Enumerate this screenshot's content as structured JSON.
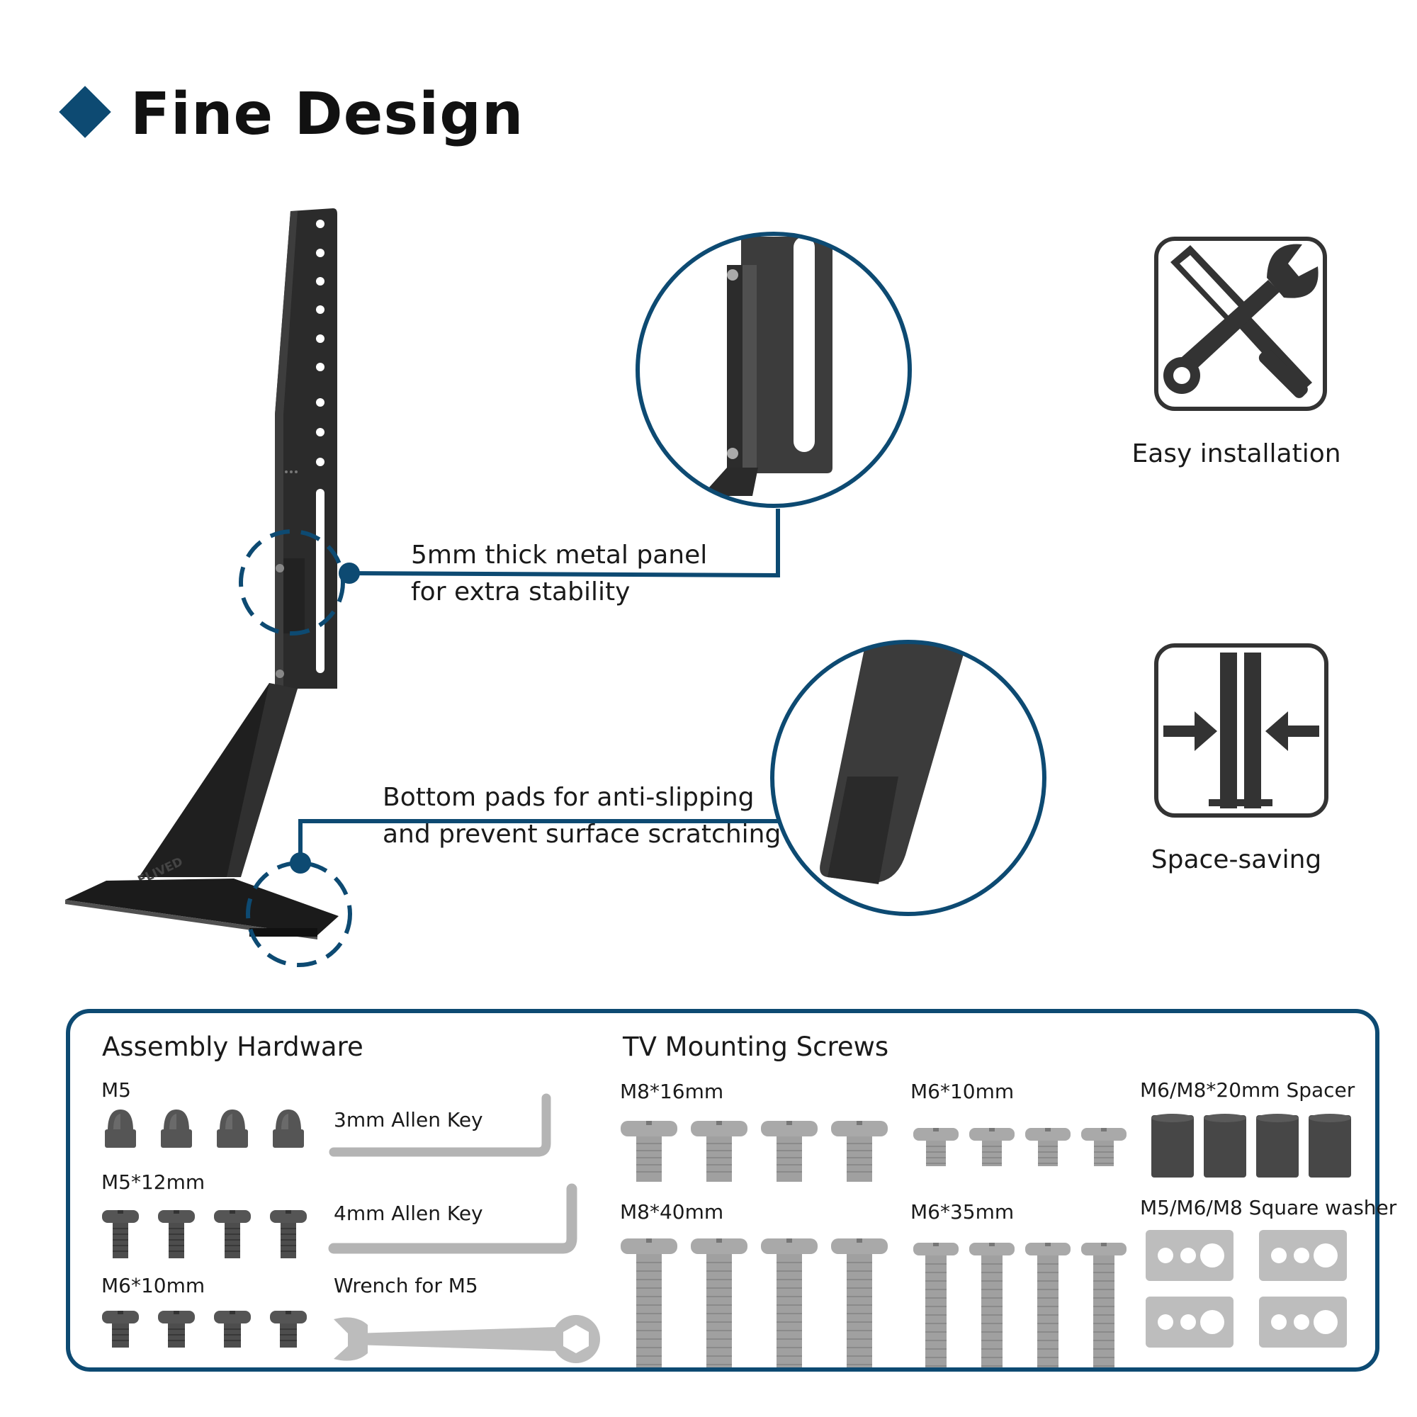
{
  "header": {
    "title": "Fine Design"
  },
  "callouts": {
    "panel": {
      "line1": "5mm thick metal panel",
      "line2": "for extra stability"
    },
    "pads": {
      "line1": "Bottom pads for anti-slipping",
      "line2": "and prevent surface scratching"
    }
  },
  "features": [
    {
      "label": "Easy installation",
      "icon": "tools-icon"
    },
    {
      "label": "Space-saving",
      "icon": "space-saving-icon"
    }
  ],
  "stand": {
    "brand": "ELIVED"
  },
  "hardware": {
    "assembly_title": "Assembly Hardware",
    "mounting_title": "TV Mounting Screws",
    "assembly": {
      "m5_label": "M5",
      "m5x12_label": "M5*12mm",
      "m6x10_label": "M6*10mm",
      "allen3_label": "3mm Allen Key",
      "allen4_label": "4mm Allen Key",
      "wrench_label": "Wrench for M5"
    },
    "mounting": {
      "m8x16_label": "M8*16mm",
      "m6x10_label": "M6*10mm",
      "spacer_label": "M6/M8*20mm Spacer",
      "m8x40_label": "M8*40mm",
      "m6x35_label": "M6*35mm",
      "washer_label": "M5/M6/M8 Square washer"
    }
  },
  "colors": {
    "accent": "#0d4a72",
    "stand": "#2b2b2b",
    "hardware_dark": "#555555",
    "hardware_light": "#a9a9a9",
    "washer": "#bdbdbd"
  }
}
